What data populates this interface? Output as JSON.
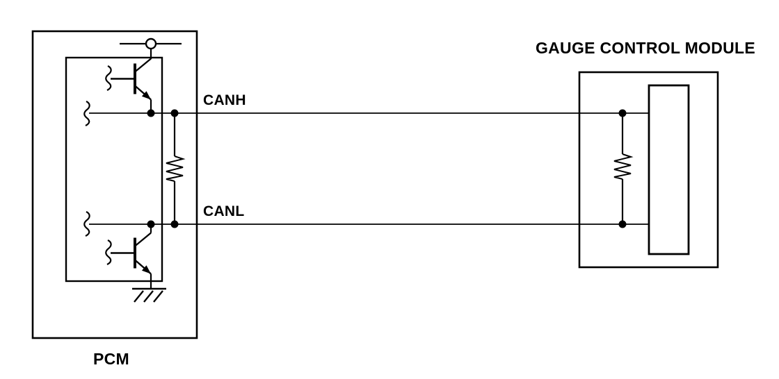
{
  "diagram": {
    "kind": "CAN-bus wiring schematic",
    "colors": {
      "line": "#000000",
      "background": "#ffffff"
    },
    "modules": {
      "pcm": {
        "label": "PCM"
      },
      "gauge": {
        "label": "GAUGE CONTROL MODULE"
      }
    },
    "buses": {
      "canh": {
        "label": "CANH"
      },
      "canl": {
        "label": "CANL"
      }
    },
    "components": {
      "supply_terminal": "supply-terminal-icon",
      "high_side_driver": "npn-transistor-icon",
      "low_side_driver": "npn-transistor-icon",
      "pcm_termination": "resistor-icon",
      "gauge_termination": "resistor-icon",
      "ground": "ground-icon",
      "wire_break": "wire-break-icon",
      "junction": "junction-dot-icon"
    }
  }
}
